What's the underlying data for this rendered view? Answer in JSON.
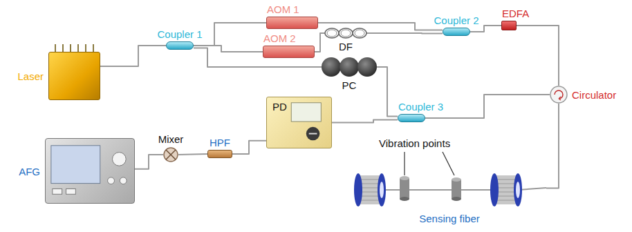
{
  "diagram": {
    "nodes": [
      {
        "text": [
          "AOM 1"
        ]
      },
      {
        "text": [
          "EDFA"
        ]
      },
      {
        "text": [
          "DF"
        ]
      },
      {
        "text": [
          "Coupler 2"
        ]
      },
      {
        "text": [
          "AOM 2"
        ]
      },
      {
        "text": [
          "Laser"
        ]
      },
      {
        "text": [
          "Coupler 1"
        ]
      },
      {
        "text": [
          "PC"
        ]
      },
      {
        "text": [
          "Circulator"
        ]
      },
      {
        "text": [
          "PD"
        ]
      },
      {
        "text": [
          "Coupler 3"
        ]
      },
      {
        "text": [
          "Mixer"
        ]
      },
      {
        "text": [
          "HPF"
        ]
      },
      {
        "text": [
          "AFG"
        ]
      },
      {
        "text": [
          "Sensing fiber"
        ]
      }
    ],
    "edges": [
      {
        "from": 5,
        "to": 6,
        "arrow": "none"
      },
      {
        "from": 6,
        "to": 0,
        "arrow": "none"
      },
      {
        "from": 6,
        "to": 4,
        "arrow": "none"
      },
      {
        "from": 6,
        "to": 7,
        "arrow": "none"
      },
      {
        "from": 0,
        "to": 3,
        "arrow": "none"
      },
      {
        "from": 4,
        "to": 2,
        "arrow": "none"
      },
      {
        "from": 2,
        "to": 3,
        "arrow": "none"
      },
      {
        "from": 3,
        "to": 1,
        "arrow": "none"
      },
      {
        "from": 1,
        "to": 8,
        "arrow": "none"
      },
      {
        "from": 8,
        "to": 14,
        "arrow": "none"
      },
      {
        "from": 8,
        "to": 10,
        "arrow": "none"
      },
      {
        "from": 7,
        "to": 10,
        "arrow": "none"
      },
      {
        "from": 10,
        "to": 9,
        "arrow": "none"
      },
      {
        "from": 9,
        "to": 12,
        "arrow": "none"
      },
      {
        "from": 12,
        "to": 11,
        "arrow": "none"
      },
      {
        "from": 13,
        "to": 11,
        "arrow": "none"
      }
    ],
    "labels": [
      "Vibration points"
    ]
  }
}
